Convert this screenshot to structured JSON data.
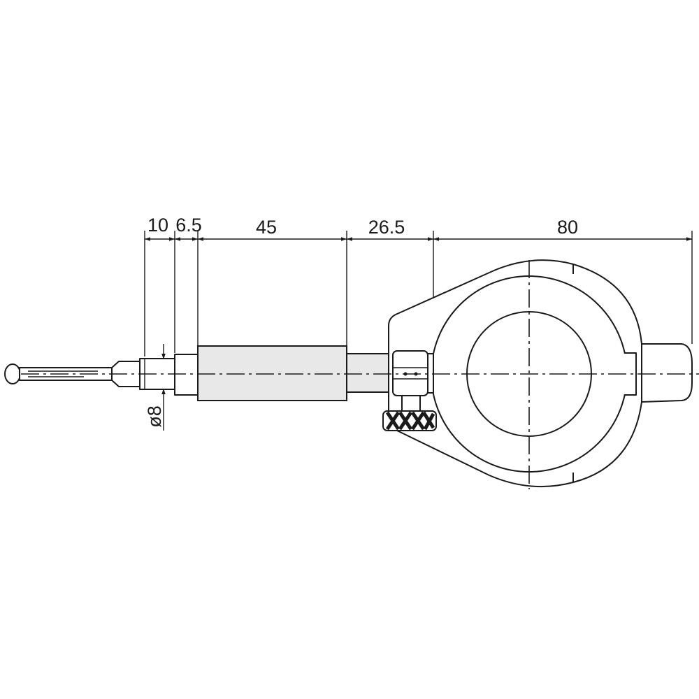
{
  "drawing": {
    "dimensions": {
      "d1": "10",
      "d2": "6.5",
      "d3": "45",
      "d4": "26.5",
      "d5": "80",
      "diameter": "ø8"
    },
    "colors": {
      "line": "#1a1a1a",
      "shade": "#e8e8e8",
      "background": "#ffffff"
    }
  }
}
